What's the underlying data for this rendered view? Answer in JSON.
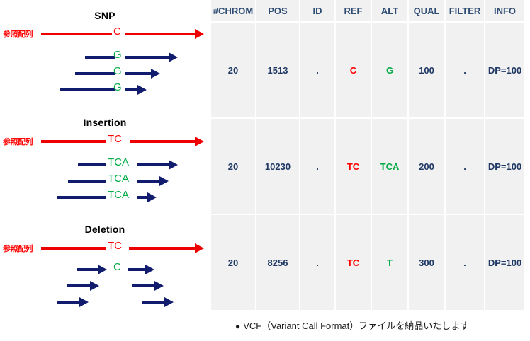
{
  "diagram": {
    "reference_label": "参照配列",
    "panels": [
      {
        "title": "SNP",
        "reference_base": "C",
        "read_base": "G",
        "reads": [
          {
            "base": "G"
          },
          {
            "base": "G"
          },
          {
            "base": "G"
          }
        ]
      },
      {
        "title": "Insertion",
        "reference_base": "TC",
        "read_base": "TCA",
        "reads": [
          {
            "base": "TCA"
          },
          {
            "base": "TCA"
          },
          {
            "base": "TCA"
          }
        ]
      },
      {
        "title": "Deletion",
        "reference_base": "TC",
        "read_base": "C",
        "reads": [
          {
            "base": "C"
          },
          {
            "base": ""
          },
          {
            "base": ""
          }
        ]
      }
    ]
  },
  "table": {
    "columns": [
      "#CHROM",
      "POS",
      "ID",
      "REF",
      "ALT",
      "QUAL",
      "FILTER",
      "INFO"
    ],
    "rows": [
      {
        "chrom": "20",
        "pos": "1513",
        "id": ".",
        "ref": "C",
        "alt": "G",
        "qual": "100",
        "filter": ".",
        "info": "DP=100"
      },
      {
        "chrom": "20",
        "pos": "10230",
        "id": ".",
        "ref": "TC",
        "alt": "TCA",
        "qual": "200",
        "filter": ".",
        "info": "DP=100"
      },
      {
        "chrom": "20",
        "pos": "8256",
        "id": ".",
        "ref": "TC",
        "alt": "T",
        "qual": "300",
        "filter": ".",
        "info": "DP=100"
      }
    ]
  },
  "caption": {
    "bullet": "●",
    "text": "VCF（Variant Call Format）ファイルを納品いたします"
  },
  "colors": {
    "reference_red": "#ee0000",
    "read_navy": "#111c6e",
    "alt_green": "#00aa44",
    "header_navy": "#2e4c73",
    "cell_bg": "#f1f1f1"
  }
}
